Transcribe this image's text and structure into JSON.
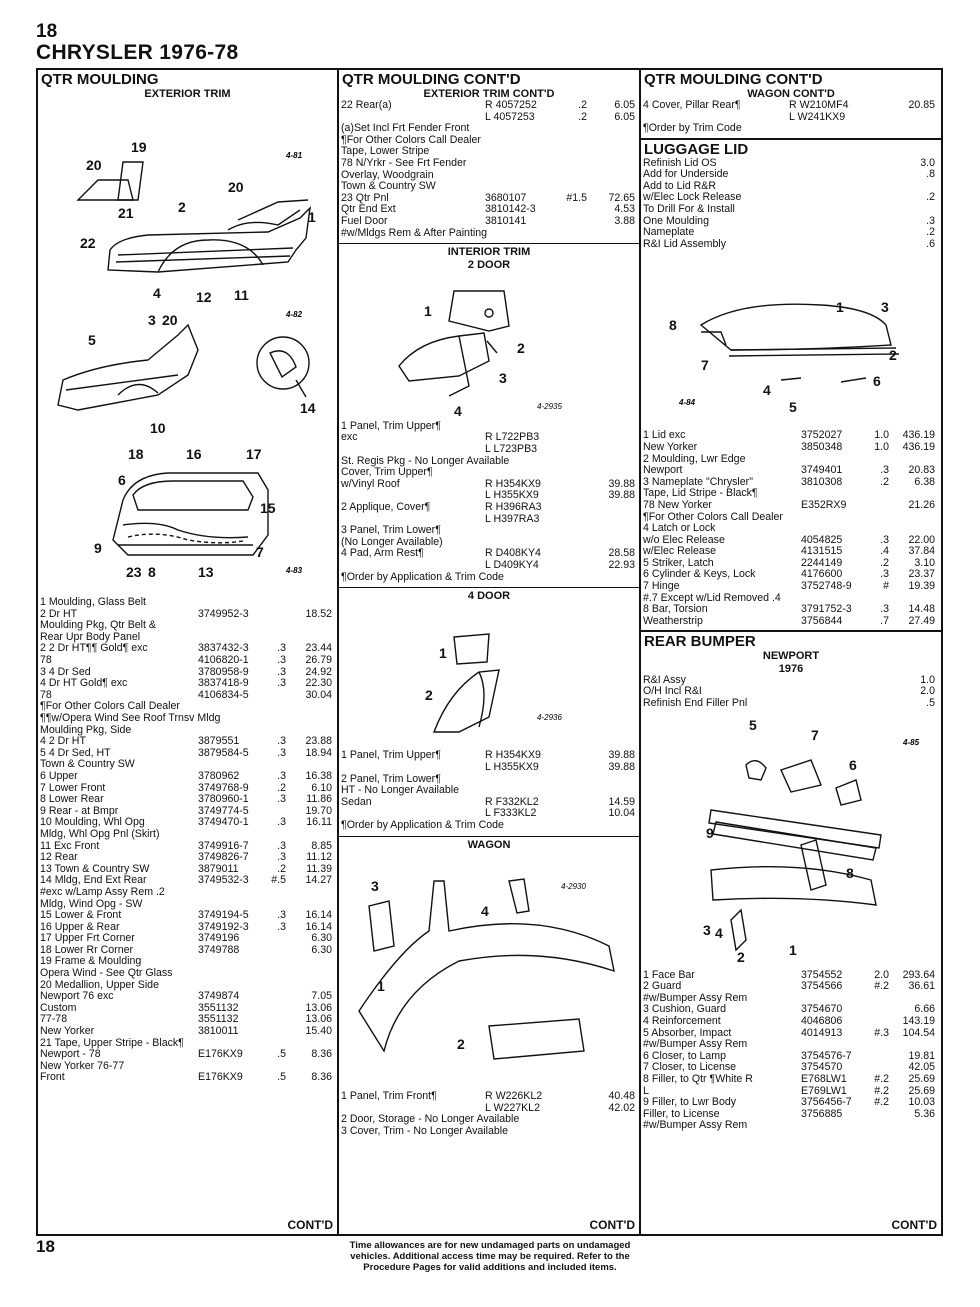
{
  "page_number": "18",
  "page_title": "CHRYSLER 1976-78",
  "footer_page": "18",
  "footer_note": "Time allowances are for new undamaged parts on undamaged vehicles. Additional access time may be required. Refer to the Procedure Pages for valid additions and included items.",
  "col1": {
    "heading": "QTR MOULDING",
    "sub": "EXTERIOR TRIM",
    "figs": [
      {
        "tag": "4-81",
        "callouts": [
          "19",
          "20",
          "20",
          "21",
          "2",
          "1",
          "22",
          "4",
          "12",
          "11"
        ]
      },
      {
        "tag": "4-82",
        "callouts": [
          "3",
          "20",
          "5",
          "10",
          "14"
        ]
      },
      {
        "tag": "4-83",
        "callouts": [
          "18",
          "16",
          "17",
          "6",
          "15",
          "9",
          "7",
          "23",
          "8",
          "13"
        ]
      }
    ],
    "rows": [
      {
        "t": "1 Moulding, Glass Belt"
      },
      {
        "t": "    2 Dr HT",
        "p": "3749952-3",
        "pr": "18.52"
      },
      {
        "t": "  Moulding Pkg, Qtr Belt &"
      },
      {
        "t": "    Rear Upr Body Panel"
      },
      {
        "t": "2    2 Dr HT¶¶        Gold¶ exc",
        "p": "3837432-3",
        "h": ".3",
        "pr": "23.44"
      },
      {
        "t": "                                       78",
        "p": "4106820-1",
        "h": ".3",
        "pr": "26.79"
      },
      {
        "t": "3    4 Dr Sed",
        "p": "3780958-9",
        "h": ".3",
        "pr": "24.92"
      },
      {
        "t": "      4 Dr HT        Gold¶ exc",
        "p": "3837418-9",
        "h": ".3",
        "pr": "22.30"
      },
      {
        "t": "                                       78",
        "p": "4106834-5",
        "pr": "30.04"
      },
      {
        "t": "  ¶For Other Colors Call Dealer"
      },
      {
        "t": "  ¶¶w/Opera Wind See Roof Trnsv Mldg"
      },
      {
        "t": "  Moulding Pkg, Side"
      },
      {
        "t": "4    2 Dr HT",
        "p": "3879551",
        "h": ".3",
        "pr": "23.88"
      },
      {
        "t": "5    4 Dr Sed, HT",
        "p": "3879584-5",
        "h": ".3",
        "pr": "18.94"
      },
      {
        "t": "      Town & Country SW"
      },
      {
        "t": "6      Upper",
        "p": "3780962",
        "h": ".3",
        "pr": "16.38"
      },
      {
        "t": "7      Lower Front",
        "p": "3749768-9",
        "h": ".2",
        "pr": "6.10"
      },
      {
        "t": "8      Lower Rear",
        "p": "3780960-1",
        "h": ".3",
        "pr": "11.86"
      },
      {
        "t": "9      Rear - at Bmpr",
        "p": "3749774-5",
        "pr": "19.70"
      },
      {
        "t": "10 Moulding, Whl Opg",
        "p": "3749470-1",
        "h": ".3",
        "pr": "16.11"
      },
      {
        "t": "    Mldg, Whl Opg Pnl (Skirt)"
      },
      {
        "t": "11   Exc                     Front",
        "p": "3749916-7",
        "h": ".3",
        "pr": "8.85"
      },
      {
        "t": "12                             Rear",
        "p": "3749826-7",
        "h": ".3",
        "pr": "11.12"
      },
      {
        "t": "13   Town & Country SW",
        "p": "3879011",
        "h": ".2",
        "pr": "11.39"
      },
      {
        "t": "14 Mldg, End Ext Rear",
        "p": "3749532-3",
        "h": "#.5",
        "pr": "14.27"
      },
      {
        "t": "      #exc w/Lamp Assy Rem .2"
      },
      {
        "t": "    Mldg, Wind Opg - SW"
      },
      {
        "t": "15     Lower & Front",
        "p": "3749194-5",
        "h": ".3",
        "pr": "16.14"
      },
      {
        "t": "16     Upper & Rear",
        "p": "3749192-3",
        "h": ".3",
        "pr": "16.14"
      },
      {
        "t": "17     Upper Frt Corner",
        "p": "3749196",
        "pr": "6.30"
      },
      {
        "t": "18     Lower Rr Corner",
        "p": "3749788",
        "pr": "6.30"
      },
      {
        "t": "19 Frame & Moulding"
      },
      {
        "t": "      Opera Wind - See Qtr Glass"
      },
      {
        "t": "20 Medallion, Upper Side"
      },
      {
        "t": "      Newport               76 exc",
        "p": "3749874",
        "pr": "7.05"
      },
      {
        "t": "                              Custom",
        "p": "3551132",
        "pr": "13.06"
      },
      {
        "t": "                                77-78",
        "p": "3551132",
        "pr": "13.06"
      },
      {
        "t": "      New Yorker",
        "p": "3810011",
        "pr": "15.40"
      },
      {
        "t": "21 Tape, Upper Stripe - Black¶"
      },
      {
        "t": "      Newport - 78",
        "p": "E176KX9",
        "h": ".5",
        "pr": "8.36"
      },
      {
        "t": "      New Yorker 76-77"
      },
      {
        "t": "        Front",
        "p": "E176KX9",
        "h": ".5",
        "pr": "8.36"
      }
    ],
    "cont": "CONT'D"
  },
  "col2": {
    "heading": "QTR MOULDING CONT'D",
    "sub": "EXTERIOR TRIM CONT'D",
    "rows_top": [
      {
        "t": "22   Rear(a)",
        "p": "R 4057252",
        "h": ".2",
        "pr": "6.05"
      },
      {
        "t": "",
        "p": "L 4057253",
        "h": ".2",
        "pr": "6.05"
      },
      {
        "t": "          (a)Set Incl Frt Fender Front"
      },
      {
        "t": "          ¶For Other Colors Call Dealer"
      },
      {
        "t": "    Tape, Lower Stripe"
      },
      {
        "t": "      78 N/Yrkr - See Frt Fender"
      },
      {
        "t": "    Overlay, Woodgrain"
      },
      {
        "t": "      Town & Country SW"
      },
      {
        "t": "23    Qtr Pnl",
        "p": "3680107",
        "h": "#1.5",
        "pr": "72.65"
      },
      {
        "t": "      Qtr End Ext",
        "p": "3810142-3",
        "pr": "4.53"
      },
      {
        "t": "      Fuel Door",
        "p": "3810141",
        "pr": "3.88"
      },
      {
        "t": "    #w/Mldgs Rem & After Painting"
      }
    ],
    "sub2": "INTERIOR TRIM",
    "sub3": "2 DOOR",
    "fig1": {
      "tag": "4-2935",
      "callouts": [
        "1",
        "2",
        "3",
        "4"
      ]
    },
    "rows_2dr": [
      {
        "t": "1 Panel, Trim Upper¶"
      },
      {
        "t": "    exc",
        "p": "R L722PB3"
      },
      {
        "t": "",
        "p": "L L723PB3"
      },
      {
        "t": "    St. Regis Pkg - No Longer Available"
      },
      {
        "t": "  Cover, Trim Upper¶"
      },
      {
        "t": "    w/Vinyl Roof",
        "p": "R H354KX9",
        "pr": "39.88"
      },
      {
        "t": "",
        "p": "L H355KX9",
        "pr": "39.88"
      },
      {
        "t": "2 Applique, Cover¶",
        "p": "R H396RA3"
      },
      {
        "t": "",
        "p": "L H397RA3"
      },
      {
        "t": "3 Panel, Trim Lower¶"
      },
      {
        "t": "    (No Longer Available)"
      },
      {
        "t": "4 Pad, Arm Rest¶",
        "p": "R D408KY4",
        "pr": "28.58"
      },
      {
        "t": "",
        "p": "L D409KY4",
        "pr": "22.93"
      },
      {
        "t": "          ¶Order by Application & Trim Code"
      }
    ],
    "sub4": "4 DOOR",
    "fig2": {
      "tag": "4-2936",
      "callouts": [
        "1",
        "2"
      ]
    },
    "rows_4dr": [
      {
        "t": "1 Panel, Trim Upper¶",
        "p": "R H354KX9",
        "pr": "39.88"
      },
      {
        "t": "",
        "p": "L H355KX9",
        "pr": "39.88"
      },
      {
        "t": "2 Panel, Trim Lower¶"
      },
      {
        "t": "    HT - No Longer Available"
      },
      {
        "t": "    Sedan",
        "p": "R F332KL2",
        "pr": "14.59"
      },
      {
        "t": "",
        "p": "L F333KL2",
        "pr": "10.04"
      },
      {
        "t": "          ¶Order by Application & Trim Code"
      }
    ],
    "sub5": "WAGON",
    "fig3": {
      "tag": "4-2930",
      "callouts": [
        "3",
        "4",
        "1",
        "2"
      ]
    },
    "rows_wagon": [
      {
        "t": "1 Panel, Trim Front¶",
        "p": "R W226KL2",
        "pr": "40.48"
      },
      {
        "t": "",
        "p": "L W227KL2",
        "pr": "42.02"
      },
      {
        "t": "2 Door, Storage - No Longer Available"
      },
      {
        "t": "3 Cover, Trim - No Longer Available"
      }
    ],
    "cont": "CONT'D"
  },
  "col3": {
    "heading": "QTR MOULDING CONT'D",
    "sub": "WAGON CONT'D",
    "rows_wagon": [
      {
        "t": "4 Cover, Pillar Rear¶",
        "p": "R W210MF4",
        "pr": "20.85"
      },
      {
        "t": "",
        "p": "L W241KX9"
      },
      {
        "t": "          ¶Order by Trim Code"
      }
    ],
    "heading2": "LUGGAGE LID",
    "rows_lid_ops": [
      {
        "t": "Refinish Lid OS",
        "pr": "3.0"
      },
      {
        "t": "  Add for Underside",
        "pr": ".8"
      },
      {
        "t": "Add to Lid R&R"
      },
      {
        "t": "  w/Elec Lock Release",
        "pr": ".2"
      },
      {
        "t": "  To Drill For & Install"
      },
      {
        "t": "    One Moulding",
        "pr": ".3"
      },
      {
        "t": "    Nameplate",
        "pr": ".2"
      },
      {
        "t": "R&I Lid Assembly",
        "pr": ".6"
      }
    ],
    "fig1": {
      "tag": "4-84",
      "callouts": [
        "8",
        "1",
        "3",
        "7",
        "2",
        "4",
        "6",
        "5"
      ]
    },
    "rows_lid": [
      {
        "t": "1 Lid                                    exc",
        "p": "3752027",
        "h": "1.0",
        "pr": "436.19"
      },
      {
        "t": "                            New Yorker",
        "p": "3850348",
        "h": "1.0",
        "pr": "436.19"
      },
      {
        "t": "2 Moulding, Lwr Edge"
      },
      {
        "t": "    Newport",
        "p": "3749401",
        "h": ".3",
        "pr": "20.83"
      },
      {
        "t": "3 Nameplate \"Chrysler\"",
        "p": "3810308",
        "h": ".2",
        "pr": "6.38"
      },
      {
        "t": "  Tape, Lid Stripe - Black¶"
      },
      {
        "t": "    78 New Yorker",
        "p": "E352RX9",
        "pr": "21.26"
      },
      {
        "t": "  ¶For Other Colors Call Dealer"
      },
      {
        "t": "4 Latch or Lock"
      },
      {
        "t": "    w/o Elec Release",
        "p": "4054825",
        "h": ".3",
        "pr": "22.00"
      },
      {
        "t": "    w/Elec Release",
        "p": "4131515",
        "h": ".4",
        "pr": "37.84"
      },
      {
        "t": "5 Striker, Latch",
        "p": "2244149",
        "h": ".2",
        "pr": "3.10"
      },
      {
        "t": "6 Cylinder & Keys, Lock",
        "p": "4176600",
        "h": ".3",
        "pr": "23.37"
      },
      {
        "t": "7 Hinge",
        "p": "3752748-9",
        "h": "#",
        "pr": "19.39"
      },
      {
        "t": "      #.7 Except w/Lid Removed .4"
      },
      {
        "t": "8 Bar, Torsion",
        "p": "3791752-3",
        "h": ".3",
        "pr": "14.48"
      },
      {
        "t": "  Weatherstrip",
        "p": "3756844",
        "h": ".7",
        "pr": "27.49"
      }
    ],
    "heading3": "REAR BUMPER",
    "sub3": "NEWPORT",
    "sub3b": "1976",
    "rows_bump_ops": [
      {
        "t": "R&I Assy",
        "pr": "1.0"
      },
      {
        "t": "O/H Incl R&I",
        "pr": "2.0"
      },
      {
        "t": "Refinish End Filler Pnl",
        "pr": ".5"
      }
    ],
    "fig2": {
      "tag": "4-85",
      "callouts": [
        "5",
        "7",
        "6",
        "9",
        "8",
        "3",
        "4",
        "2",
        "1"
      ]
    },
    "rows_bump": [
      {
        "t": "1 Face Bar",
        "p": "3754552",
        "h": "2.0",
        "pr": "293.64"
      },
      {
        "t": "2 Guard",
        "p": "3754566",
        "h": "#.2",
        "pr": "36.61"
      },
      {
        "t": "      #w/Bumper Assy Rem"
      },
      {
        "t": "3 Cushion, Guard",
        "p": "3754670",
        "pr": "6.66"
      },
      {
        "t": "4 Reinforcement",
        "p": "4046806",
        "pr": "143.19"
      },
      {
        "t": "5 Absorber, Impact",
        "p": "4014913",
        "h": "#.3",
        "pr": "104.54"
      },
      {
        "t": "      #w/Bumper Assy Rem"
      },
      {
        "t": "6 Closer, to Lamp",
        "p": "3754576-7",
        "pr": "19.81"
      },
      {
        "t": "7 Closer, to License",
        "p": "3754570",
        "pr": "42.05"
      },
      {
        "t": "8 Filler, to Qtr        ¶White R",
        "p": "E768LW1",
        "h": "#.2",
        "pr": "25.69"
      },
      {
        "t": "                                            L",
        "p": "E769LW1",
        "h": "#.2",
        "pr": "25.69"
      },
      {
        "t": "9 Filler, to Lwr Body",
        "p": "3756456-7",
        "h": "#.2",
        "pr": "10.03"
      },
      {
        "t": "  Filler, to License",
        "p": "3756885",
        "pr": "5.36"
      },
      {
        "t": "      #w/Bumper Assy Rem"
      }
    ],
    "cont": "CONT'D"
  }
}
